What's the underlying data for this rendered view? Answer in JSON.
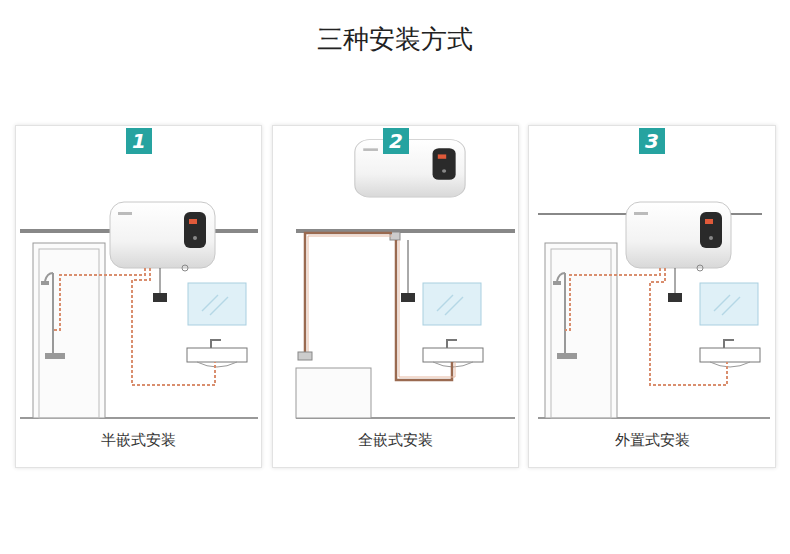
{
  "diagram": {
    "title": "三种安装方式",
    "nodes": [
      {
        "text": [
          "半嵌式安装"
        ]
      },
      {
        "text": [
          "1"
        ],
        "in": 0
      },
      {
        "text": [
          "全嵌式安装"
        ]
      },
      {
        "text": [
          "2"
        ],
        "in": 2
      },
      {
        "text": [
          "外置式安装"
        ]
      },
      {
        "text": [
          "3"
        ],
        "in": 4
      }
    ]
  }
}
